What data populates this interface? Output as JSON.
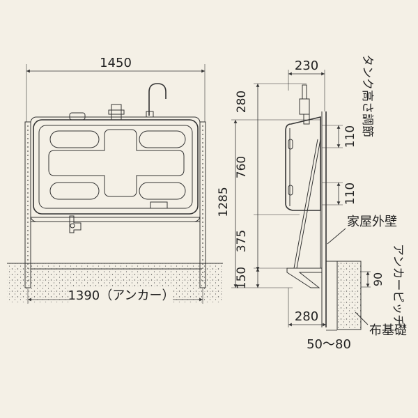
{
  "front": {
    "width": "1450",
    "anchor": "1390（アンカー）"
  },
  "side": {
    "width": "230",
    "tank_height": "タンク高さ調節",
    "h1": "280",
    "h2": "760",
    "h3": "375",
    "h4": "150",
    "total": "1285",
    "gap1": "110",
    "gap2": "110",
    "wall": "家屋外壁",
    "anchor_pitch": "アンカーピッチ",
    "pitch": "90",
    "depth": "280",
    "offset": "50～80",
    "foundation": "布基礎"
  },
  "colors": {
    "background": "#f4f0e6",
    "line": "#333333"
  }
}
